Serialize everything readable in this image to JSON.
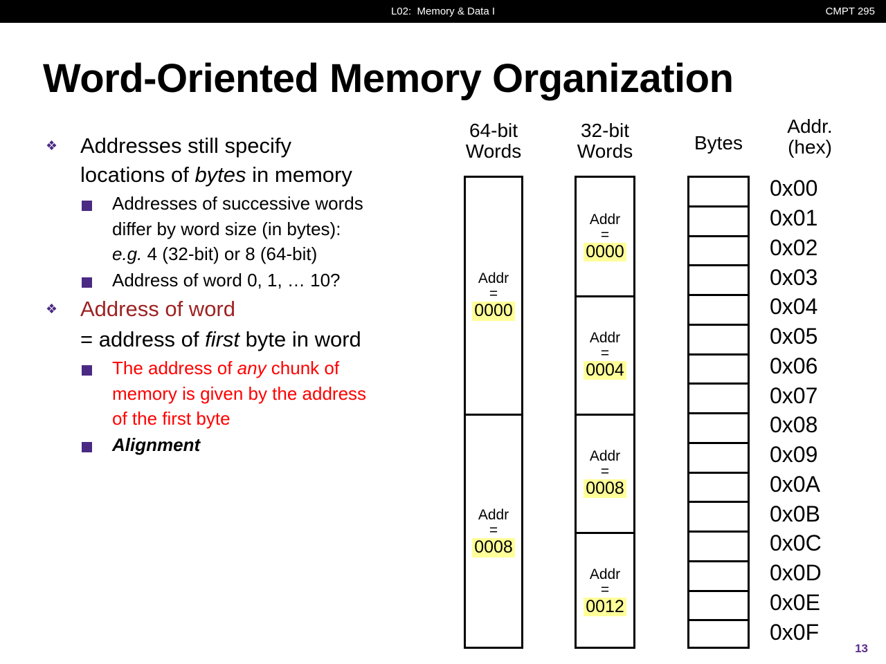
{
  "header": {
    "lecture": "L02:  Memory & Data I",
    "course": "CMPT 295"
  },
  "title": "Word-Oriented Memory Organization",
  "bullets": [
    {
      "level": 1,
      "bullet_glyph": "diamond-cluster",
      "color": "#000000",
      "lines": [
        {
          "segments": [
            {
              "text": "Addresses still specify",
              "style": "normal"
            }
          ]
        },
        {
          "segments": [
            {
              "text": "locations of ",
              "style": "normal"
            },
            {
              "text": "bytes",
              "style": "italic"
            },
            {
              "text": " in memory",
              "style": "normal"
            }
          ]
        }
      ]
    },
    {
      "level": 2,
      "bullet_glyph": "square",
      "color": "#000000",
      "lines": [
        {
          "segments": [
            {
              "text": "Addresses of successive words",
              "style": "normal"
            }
          ]
        },
        {
          "segments": [
            {
              "text": "differ by word size (in bytes):",
              "style": "normal"
            }
          ]
        },
        {
          "segments": [
            {
              "text": "e.g.",
              "style": "italic"
            },
            {
              "text": " 4 (32-bit) or 8 (64-bit)",
              "style": "normal"
            }
          ]
        }
      ]
    },
    {
      "level": 2,
      "bullet_glyph": "square",
      "color": "#000000",
      "lines": [
        {
          "segments": [
            {
              "text": "Address of word 0, 1, … 10?",
              "style": "normal"
            }
          ]
        }
      ]
    },
    {
      "level": 1,
      "bullet_glyph": "diamond-cluster",
      "color": "#9e2222",
      "lines": [
        {
          "segments": [
            {
              "text": "Address of word",
              "style": "normal"
            }
          ]
        }
      ]
    },
    {
      "level": 1,
      "bullet_glyph": "none",
      "color": "#000000",
      "lines": [
        {
          "segments": [
            {
              "text": "= address of ",
              "style": "normal"
            },
            {
              "text": "first",
              "style": "italic"
            },
            {
              "text": " byte in word",
              "style": "normal"
            }
          ]
        }
      ]
    },
    {
      "level": 2,
      "bullet_glyph": "square",
      "color": "#fe0000",
      "lines": [
        {
          "segments": [
            {
              "text": "The address of ",
              "style": "normal"
            },
            {
              "text": "any",
              "style": "italic"
            },
            {
              "text": " chunk of",
              "style": "normal"
            }
          ]
        },
        {
          "segments": [
            {
              "text": "memory is given by the address",
              "style": "normal"
            }
          ]
        },
        {
          "segments": [
            {
              "text": "of the first byte",
              "style": "normal"
            }
          ]
        }
      ]
    },
    {
      "level": 2,
      "bullet_glyph": "square",
      "color": "#000000",
      "lines": [
        {
          "segments": [
            {
              "text": "Alignment",
              "style": "bold-italic"
            }
          ]
        }
      ]
    }
  ],
  "diagram": {
    "headers": {
      "words64": [
        "64-bit",
        "Words"
      ],
      "words32": [
        "32-bit",
        "Words"
      ],
      "bytes": [
        "Bytes"
      ],
      "addr": [
        "Addr.",
        "(hex)"
      ]
    },
    "words64": {
      "cells": [
        {
          "label": "Addr",
          "eq": "=",
          "hex": "0000"
        },
        {
          "label": "Addr",
          "eq": "=",
          "hex": "0008"
        }
      ]
    },
    "words32": {
      "cells": [
        {
          "label": "Addr",
          "eq": "=",
          "hex": "0000"
        },
        {
          "label": "Addr",
          "eq": "=",
          "hex": "0004"
        },
        {
          "label": "Addr",
          "eq": "=",
          "hex": "0008"
        },
        {
          "label": "Addr",
          "eq": "=",
          "hex": "0012"
        }
      ]
    },
    "bytes": {
      "count": 16
    },
    "addresses": [
      "0x00",
      "0x01",
      "0x02",
      "0x03",
      "0x04",
      "0x05",
      "0x06",
      "0x07",
      "0x08",
      "0x09",
      "0x0A",
      "0x0B",
      "0x0C",
      "0x0D",
      "0x0E",
      "0x0F"
    ],
    "highlight_color": "#ffff99"
  },
  "page_number": "13"
}
